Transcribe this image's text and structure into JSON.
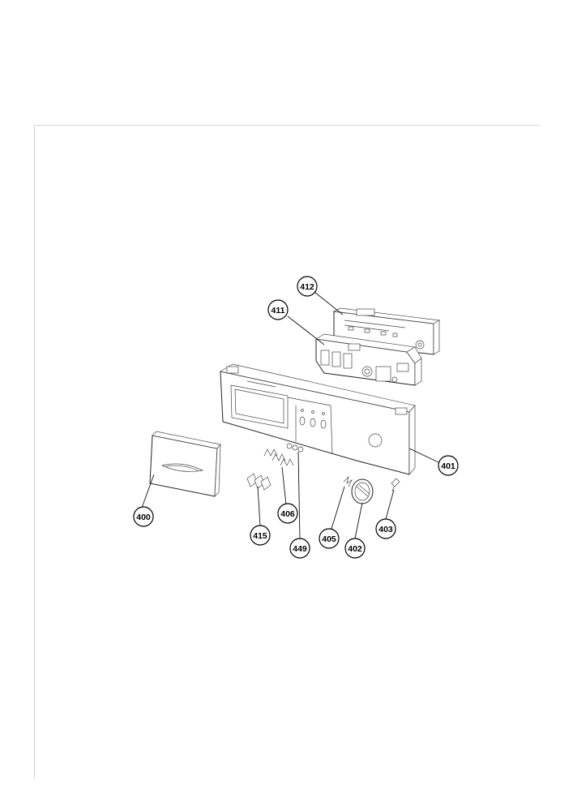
{
  "diagram": {
    "callouts": [
      {
        "id": "c412",
        "label": "412"
      },
      {
        "id": "c411",
        "label": "411"
      },
      {
        "id": "c401",
        "label": "401"
      },
      {
        "id": "c400",
        "label": "400"
      },
      {
        "id": "c406",
        "label": "406"
      },
      {
        "id": "c415",
        "label": "415"
      },
      {
        "id": "c449",
        "label": "449"
      },
      {
        "id": "c405",
        "label": "405"
      },
      {
        "id": "c402",
        "label": "402"
      },
      {
        "id": "c403",
        "label": "403"
      }
    ]
  }
}
